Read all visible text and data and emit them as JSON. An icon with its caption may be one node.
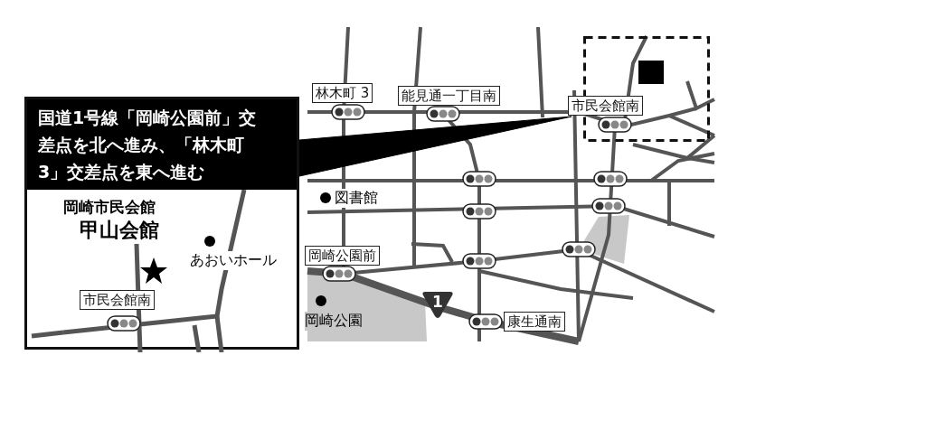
{
  "diagram": {
    "nodes": [
      {
        "text": [
          "国道1号線「岡崎公園前」交差点を北へ進み、「林木町3」交差点を東へ進む",
          "岡崎市民会館",
          "甲山会館"
        ]
      },
      {
        "text": [
          "市民会館南"
        ],
        "in": 0
      },
      {
        "text": [
          "林木町 3"
        ]
      },
      {
        "text": [
          "能見通一丁目南"
        ]
      },
      {
        "text": [
          "市民会館南"
        ]
      },
      {
        "text": [
          "岡崎公園前"
        ]
      },
      {
        "text": [
          "1"
        ]
      },
      {
        "text": [
          "康生通南"
        ]
      }
    ],
    "edges": [
      {
        "from": 0,
        "to": 4,
        "arrow": "none"
      }
    ],
    "labels": [
      "図書館",
      "あおいホール",
      "岡崎公園"
    ]
  }
}
